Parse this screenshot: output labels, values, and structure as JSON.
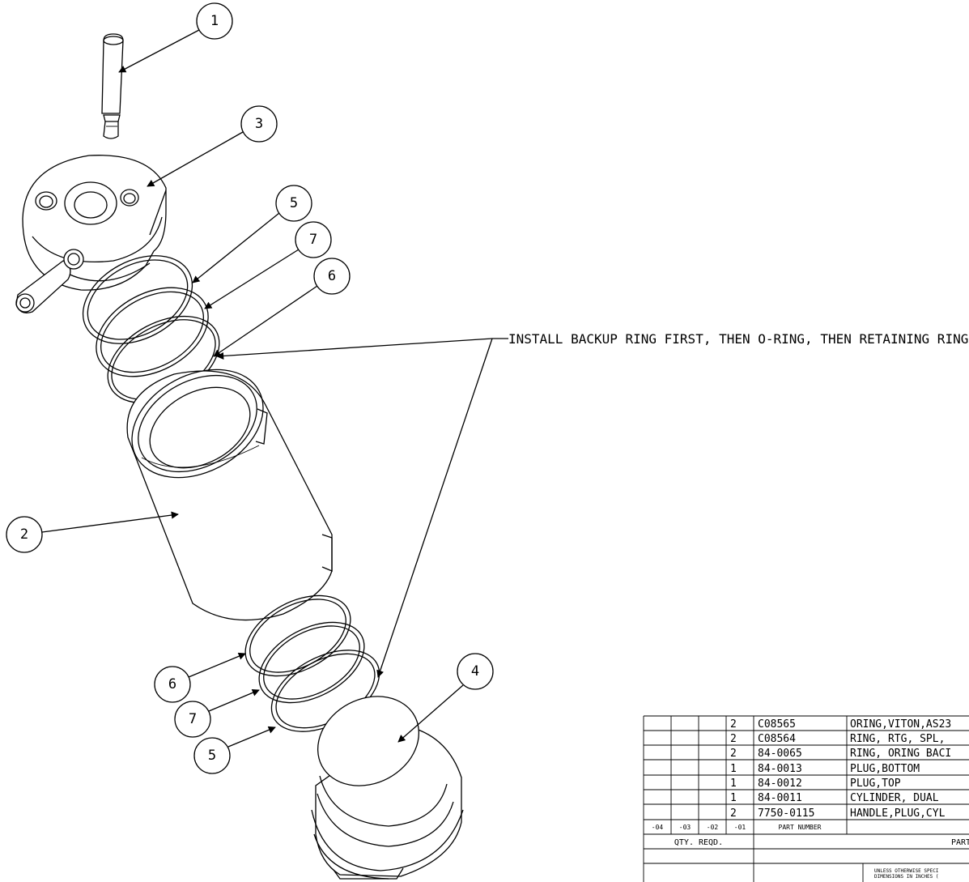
{
  "callouts": [
    {
      "id": "1",
      "label": "1"
    },
    {
      "id": "3",
      "label": "3"
    },
    {
      "id": "5a",
      "label": "5"
    },
    {
      "id": "7a",
      "label": "7"
    },
    {
      "id": "6a",
      "label": "6"
    },
    {
      "id": "2",
      "label": "2"
    },
    {
      "id": "4",
      "label": "4"
    },
    {
      "id": "6b",
      "label": "6"
    },
    {
      "id": "7b",
      "label": "7"
    },
    {
      "id": "5b",
      "label": "5"
    }
  ],
  "note": "INSTALL BACKUP RING FIRST, THEN O-RING, THEN RETAINING RING",
  "bom": {
    "rows": [
      {
        "qty": "2",
        "part_number": "C08565",
        "description": "ORING,VITON,AS23"
      },
      {
        "qty": "2",
        "part_number": "C08564",
        "description": "RING, RTG, SPL,"
      },
      {
        "qty": "2",
        "part_number": "84-0065",
        "description": "RING, ORING BACI"
      },
      {
        "qty": "1",
        "part_number": "84-0013",
        "description": "PLUG,BOTTOM"
      },
      {
        "qty": "1",
        "part_number": "84-0012",
        "description": "PLUG,TOP"
      },
      {
        "qty": "1",
        "part_number": "84-0011",
        "description": "CYLINDER, DUAL"
      },
      {
        "qty": "2",
        "part_number": "7750-0115",
        "description": "HANDLE,PLUG,CYL"
      }
    ],
    "dash_headers": [
      "-04",
      "-03",
      "-02",
      "-01"
    ],
    "part_number_header": "PART NUMBER",
    "qty_header": "QTY. REQD.",
    "parts_header": "PART",
    "footnote_line1": "UNLESS OTHERWISE SPECI",
    "footnote_line2": "DIMENSIONS IN INCHES ("
  }
}
